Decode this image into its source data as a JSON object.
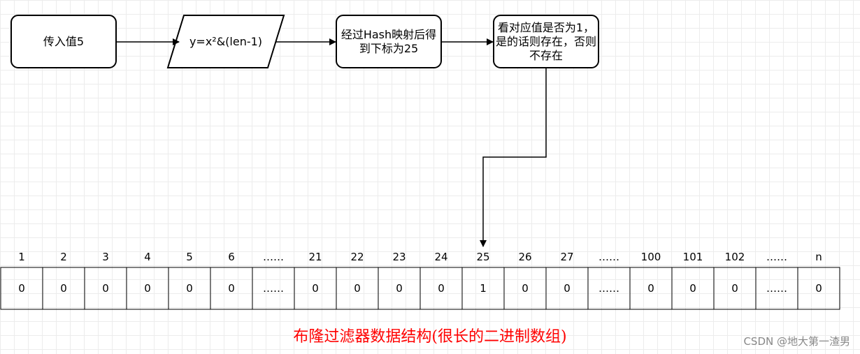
{
  "flow": {
    "step1": "传入值5",
    "step2": "y=x²&(len-1)",
    "step3": "经过Hash映射后得到下标为25",
    "step4": "看对应值是否为1，是的话则存在，否则不存在"
  },
  "array": {
    "indices": [
      "1",
      "2",
      "3",
      "4",
      "5",
      "6",
      "……",
      "21",
      "22",
      "23",
      "24",
      "25",
      "26",
      "27",
      "……",
      "100",
      "101",
      "102",
      "……",
      "n"
    ],
    "values": [
      "0",
      "0",
      "0",
      "0",
      "0",
      "0",
      "……",
      "0",
      "0",
      "0",
      "0",
      "1",
      "0",
      "0",
      "……",
      "0",
      "0",
      "0",
      "……",
      "0"
    ]
  },
  "caption": "布隆过滤器数据结构(很长的二进制数组)",
  "watermark": "CSDN @地大第一渣男"
}
